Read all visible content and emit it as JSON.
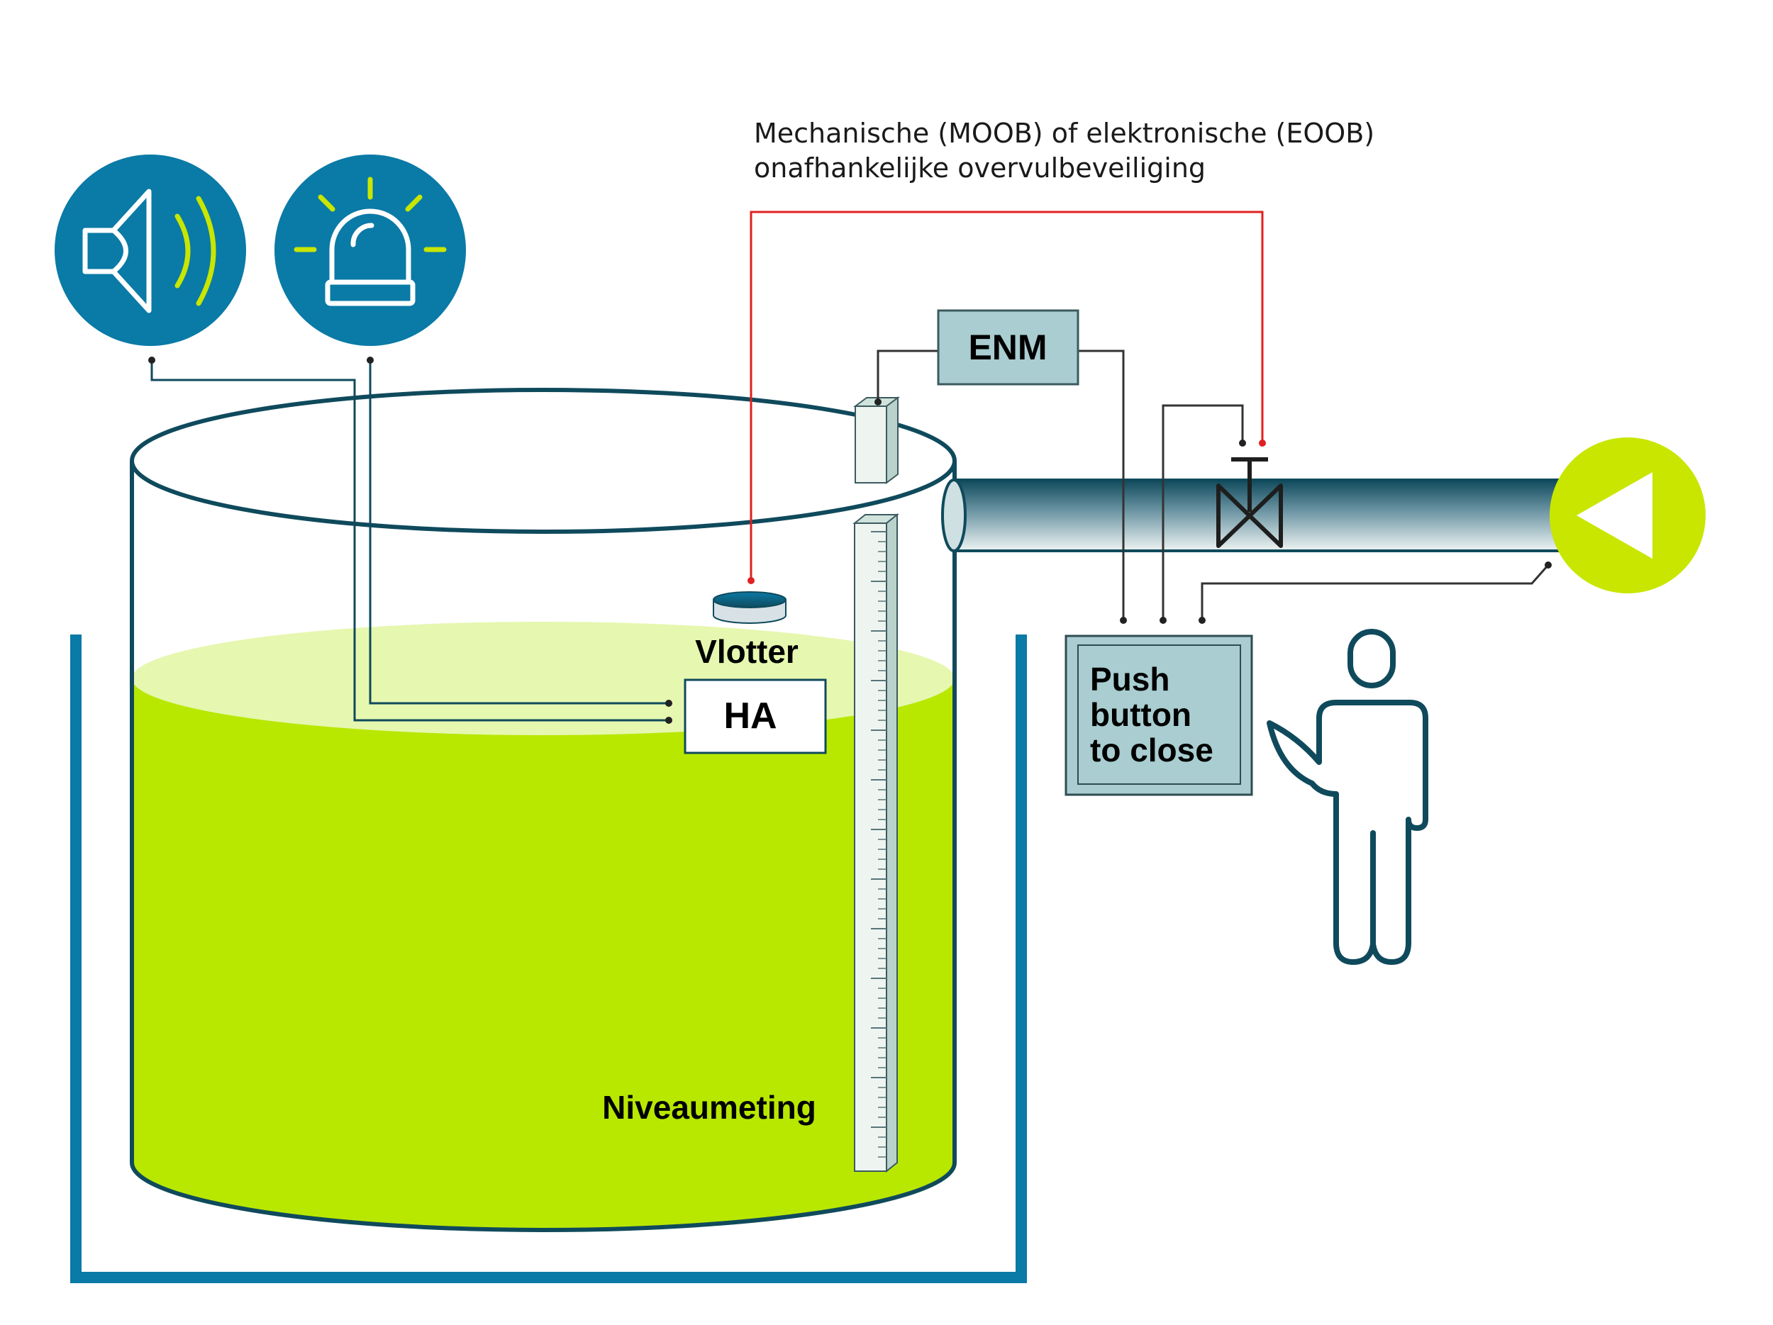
{
  "labels": {
    "note_line1": "Mechanische (MOOB) of elektronische (EOOB)",
    "note_line2": "onafhankelijke overvulbeveiliging",
    "enm": "ENM",
    "vlotter": "Vlotter",
    "ha": "HA",
    "niveaumeting": "Niveaumeting",
    "push_line1": "Push",
    "push_line2": "button",
    "push_line3": "to close"
  },
  "icons": {
    "sound": "speaker-icon",
    "alarm": "alarm-beacon-icon",
    "pump": "pump-arrow-icon",
    "valve": "valve-icon",
    "operator": "person-icon"
  },
  "colors": {
    "blue": "#0a7aa6",
    "dark_teal": "#0f4a5c",
    "liquid": "#b8e800",
    "liquid_light": "#e6f7b0",
    "box_fill": "#a9cdd0",
    "red_wire": "#e02020",
    "accent_green": "#c8e600"
  }
}
